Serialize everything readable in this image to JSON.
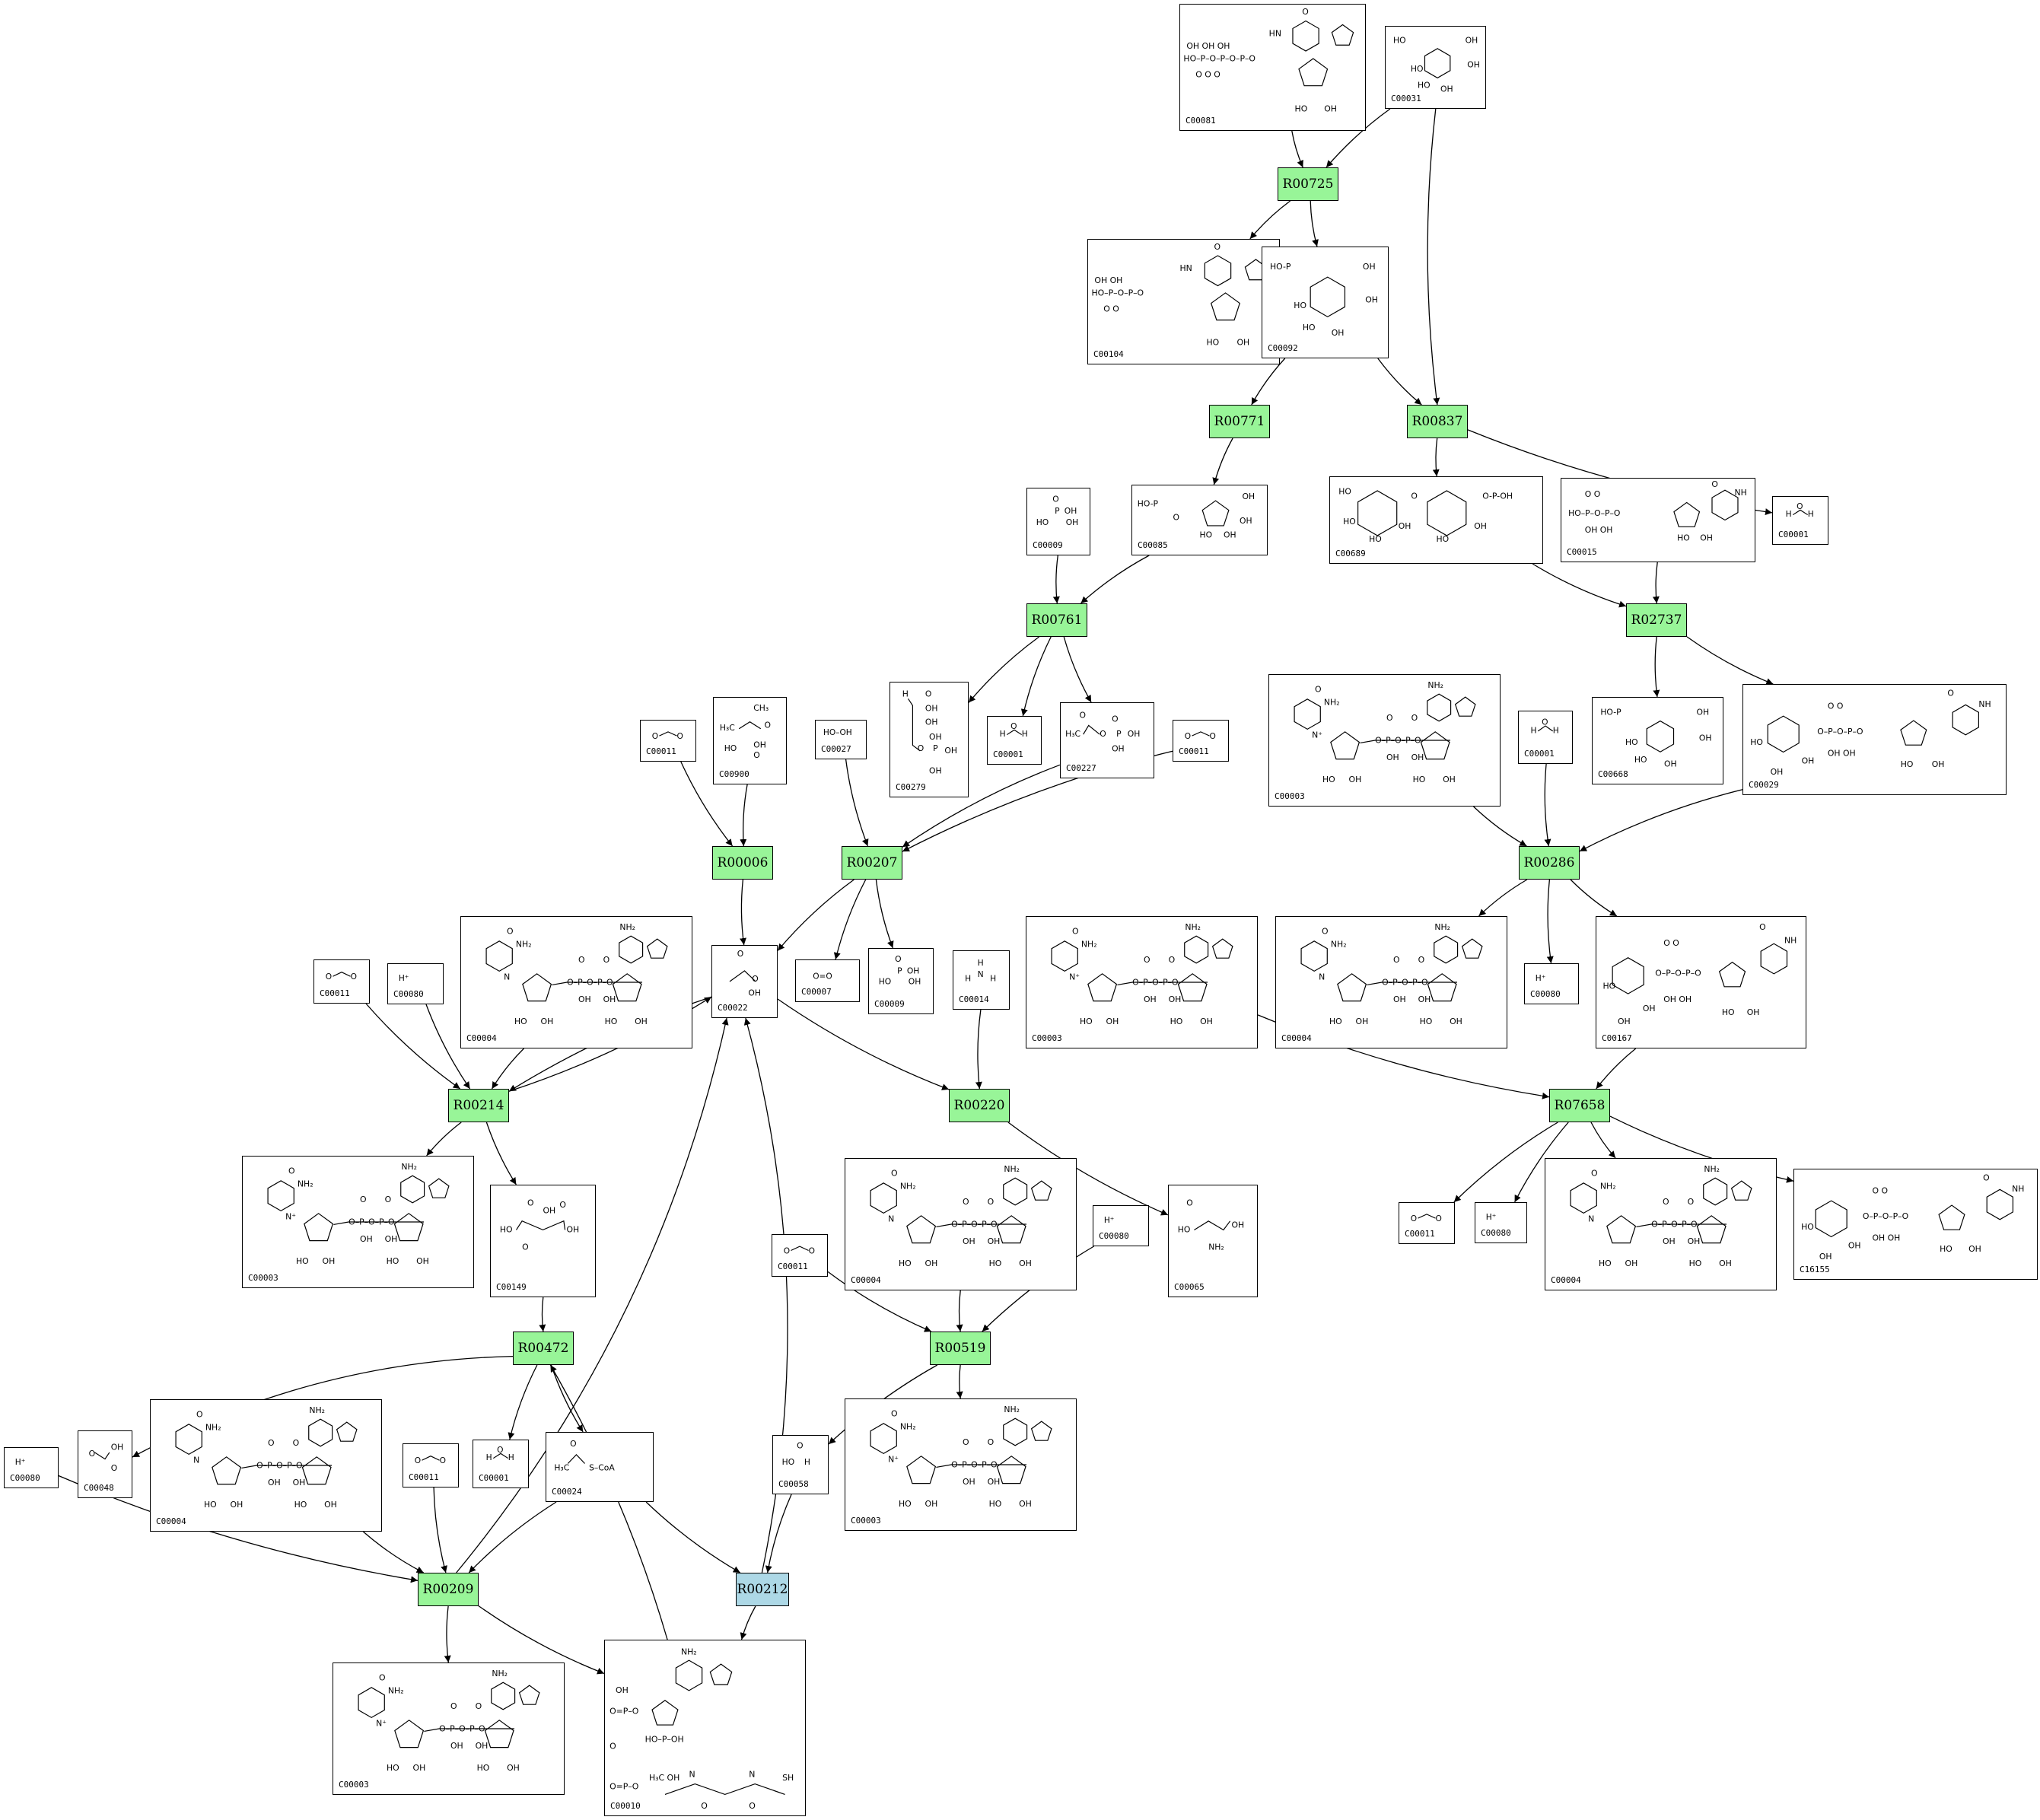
{
  "colors": {
    "reaction_fill": "#98f598",
    "reaction_fill_alt": "#add8e6",
    "edge": "#000000",
    "node_border": "#000000"
  },
  "reactions": [
    {
      "id": "R00725",
      "fill": "reaction_fill"
    },
    {
      "id": "R00771",
      "fill": "reaction_fill"
    },
    {
      "id": "R00837",
      "fill": "reaction_fill"
    },
    {
      "id": "R00761",
      "fill": "reaction_fill"
    },
    {
      "id": "R02737",
      "fill": "reaction_fill"
    },
    {
      "id": "R00006",
      "fill": "reaction_fill"
    },
    {
      "id": "R00207",
      "fill": "reaction_fill"
    },
    {
      "id": "R00286",
      "fill": "reaction_fill"
    },
    {
      "id": "R00214",
      "fill": "reaction_fill"
    },
    {
      "id": "R00220",
      "fill": "reaction_fill"
    },
    {
      "id": "R07658",
      "fill": "reaction_fill"
    },
    {
      "id": "R00472",
      "fill": "reaction_fill"
    },
    {
      "id": "R00519",
      "fill": "reaction_fill"
    },
    {
      "id": "R00209",
      "fill": "reaction_fill"
    },
    {
      "id": "R00212",
      "fill": "reaction_fill_alt"
    }
  ],
  "compounds": [
    {
      "key": "c00081",
      "id": "C00081",
      "kind": "nucleotide3"
    },
    {
      "key": "c00031",
      "id": "C00031",
      "kind": "sugar"
    },
    {
      "key": "c00104",
      "id": "C00104",
      "kind": "nucleotide2"
    },
    {
      "key": "c00092",
      "id": "C00092",
      "kind": "sugarP"
    },
    {
      "key": "c00009a",
      "id": "C00009",
      "kind": "phosphate"
    },
    {
      "key": "c00085",
      "id": "C00085",
      "kind": "furanoseP"
    },
    {
      "key": "c00689",
      "id": "C00689",
      "kind": "disaccharideP"
    },
    {
      "key": "c00015",
      "id": "C00015",
      "kind": "udp"
    },
    {
      "key": "c00001a",
      "id": "C00001",
      "kind": "water"
    },
    {
      "key": "c00279",
      "id": "C00279",
      "kind": "erythroseP"
    },
    {
      "key": "c00001b",
      "id": "C00001",
      "kind": "water"
    },
    {
      "key": "c00227",
      "id": "C00227",
      "kind": "acetylP"
    },
    {
      "key": "c00011a",
      "id": "C00011",
      "kind": "co2"
    },
    {
      "key": "c00900",
      "id": "C00900",
      "kind": "ketoacid"
    },
    {
      "key": "c00027",
      "id": "C00027",
      "kind": "peroxide"
    },
    {
      "key": "c00011b",
      "id": "C00011",
      "kind": "co2"
    },
    {
      "key": "c00003a",
      "id": "C00003",
      "kind": "nad"
    },
    {
      "key": "c00001c",
      "id": "C00001",
      "kind": "water"
    },
    {
      "key": "c00668",
      "id": "C00668",
      "kind": "sugarP"
    },
    {
      "key": "c00029",
      "id": "C00029",
      "kind": "udpsugar"
    },
    {
      "key": "c00011c",
      "id": "C00011",
      "kind": "co2"
    },
    {
      "key": "c00080a",
      "id": "C00080",
      "kind": "proton"
    },
    {
      "key": "c00004a",
      "id": "C00004",
      "kind": "nadh"
    },
    {
      "key": "c00022",
      "id": "C00022",
      "kind": "pyruvate"
    },
    {
      "key": "c00007",
      "id": "C00007",
      "kind": "o2"
    },
    {
      "key": "c00009b",
      "id": "C00009",
      "kind": "phosphate"
    },
    {
      "key": "c00014",
      "id": "C00014",
      "kind": "ammonia"
    },
    {
      "key": "c00003b",
      "id": "C00003",
      "kind": "nad"
    },
    {
      "key": "c00004b",
      "id": "C00004",
      "kind": "nadh"
    },
    {
      "key": "c00080b",
      "id": "C00080",
      "kind": "proton"
    },
    {
      "key": "c00167",
      "id": "C00167",
      "kind": "udpsugar"
    },
    {
      "key": "c00003c",
      "id": "C00003",
      "kind": "nad"
    },
    {
      "key": "c00149",
      "id": "C00149",
      "kind": "malate"
    },
    {
      "key": "c00065",
      "id": "C00065",
      "kind": "serine"
    },
    {
      "key": "c00004c",
      "id": "C00004",
      "kind": "nadh"
    },
    {
      "key": "c00011d",
      "id": "C00011",
      "kind": "co2"
    },
    {
      "key": "c00080c",
      "id": "C00080",
      "kind": "proton"
    },
    {
      "key": "c00011e",
      "id": "C00011",
      "kind": "co2"
    },
    {
      "key": "c00080d",
      "id": "C00080",
      "kind": "proton"
    },
    {
      "key": "c00004d",
      "id": "C00004",
      "kind": "nadh"
    },
    {
      "key": "c16155",
      "id": "C16155",
      "kind": "udpsugar"
    },
    {
      "key": "c00048",
      "id": "C00048",
      "kind": "glyoxylate"
    },
    {
      "key": "c00004e",
      "id": "C00004",
      "kind": "nadh"
    },
    {
      "key": "c00011f",
      "id": "C00011",
      "kind": "co2"
    },
    {
      "key": "c00001d",
      "id": "C00001",
      "kind": "water"
    },
    {
      "key": "c00024",
      "id": "C00024",
      "kind": "acetylcoa"
    },
    {
      "key": "c00058",
      "id": "C00058",
      "kind": "formate"
    },
    {
      "key": "c00003d",
      "id": "C00003",
      "kind": "nad"
    },
    {
      "key": "c00080e",
      "id": "C00080",
      "kind": "proton"
    },
    {
      "key": "c00003e",
      "id": "C00003",
      "kind": "nad"
    },
    {
      "key": "c00010",
      "id": "C00010",
      "kind": "coa"
    }
  ],
  "edges": [
    [
      "c00081",
      "R00725"
    ],
    [
      "c00031",
      "R00725"
    ],
    [
      "R00725",
      "c00104"
    ],
    [
      "R00725",
      "c00092"
    ],
    [
      "c00031",
      "R00837"
    ],
    [
      "c00092",
      "R00771"
    ],
    [
      "c00092",
      "R00837"
    ],
    [
      "R00771",
      "c00085"
    ],
    [
      "R00837",
      "c00689"
    ],
    [
      "R00837",
      "c00001a"
    ],
    [
      "c00009a",
      "R00761"
    ],
    [
      "c00085",
      "R00761"
    ],
    [
      "c00689",
      "R02737"
    ],
    [
      "c00015",
      "R02737"
    ],
    [
      "R00761",
      "c00279"
    ],
    [
      "R00761",
      "c00001b"
    ],
    [
      "R00761",
      "c00227"
    ],
    [
      "R02737",
      "c00668"
    ],
    [
      "R02737",
      "c00029"
    ],
    [
      "c00011a",
      "R00006"
    ],
    [
      "c00900",
      "R00006"
    ],
    [
      "c00027",
      "R00207"
    ],
    [
      "c00227",
      "R00207"
    ],
    [
      "c00011b",
      "R00207"
    ],
    [
      "c00003a",
      "R00286"
    ],
    [
      "c00001c",
      "R00286"
    ],
    [
      "c00029",
      "R00286"
    ],
    [
      "R00006",
      "c00022"
    ],
    [
      "R00207",
      "c00022"
    ],
    [
      "R00207",
      "c00007"
    ],
    [
      "R00207",
      "c00009b"
    ],
    [
      "R00286",
      "c00004b"
    ],
    [
      "R00286",
      "c00080b"
    ],
    [
      "R00286",
      "c00167"
    ],
    [
      "c00011c",
      "R00214"
    ],
    [
      "c00080a",
      "R00214"
    ],
    [
      "c00004a",
      "R00214"
    ],
    [
      "c00022",
      "R00214"
    ],
    [
      "R00214",
      "c00022"
    ],
    [
      "c00014",
      "R00220"
    ],
    [
      "c00022",
      "R00220"
    ],
    [
      "c00003b",
      "R07658"
    ],
    [
      "c00167",
      "R07658"
    ],
    [
      "R00214",
      "c00003c"
    ],
    [
      "R00214",
      "c00149"
    ],
    [
      "R00220",
      "c00065"
    ],
    [
      "R07658",
      "c00011d"
    ],
    [
      "R07658",
      "c00080c"
    ],
    [
      "R07658",
      "c00004d"
    ],
    [
      "R07658",
      "c16155"
    ],
    [
      "c00149",
      "R00472"
    ],
    [
      "c00011e",
      "R00519"
    ],
    [
      "c00004c",
      "R00519"
    ],
    [
      "c00080d",
      "R00519"
    ],
    [
      "R00472",
      "c00048"
    ],
    [
      "R00472",
      "c00001d"
    ],
    [
      "R00472",
      "c00024"
    ],
    [
      "R00519",
      "c00058"
    ],
    [
      "R00519",
      "c00003d"
    ],
    [
      "c00080e",
      "R00209"
    ],
    [
      "c00004e",
      "R00209"
    ],
    [
      "c00011f",
      "R00209"
    ],
    [
      "c00024",
      "R00209"
    ],
    [
      "R00209",
      "c00022"
    ],
    [
      "c00024",
      "R00212"
    ],
    [
      "c00058",
      "R00212"
    ],
    [
      "R00212",
      "c00022"
    ],
    [
      "R00212",
      "c00010"
    ],
    [
      "R00209",
      "c00003e"
    ],
    [
      "R00209",
      "c00010"
    ],
    [
      "c00010",
      "R00472"
    ]
  ]
}
